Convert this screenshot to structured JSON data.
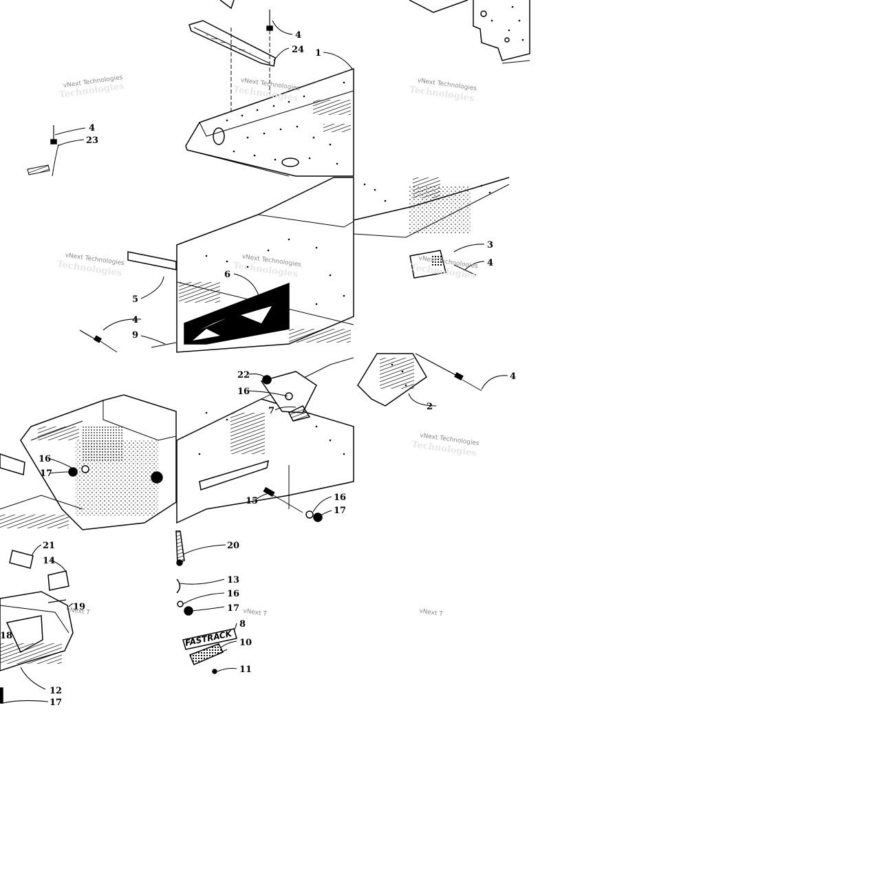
{
  "watermark": {
    "line1": "vNext Technologies",
    "line2": "Technologies",
    "truncated": "vNext T"
  },
  "decal": {
    "text": "FASTRACK"
  },
  "callouts": [
    "1",
    "2",
    "3",
    "4",
    "5",
    "6",
    "7",
    "8",
    "9",
    "10",
    "11",
    "12",
    "13",
    "14",
    "15",
    "16",
    "17",
    "18",
    "19",
    "20",
    "21",
    "22",
    "23",
    "24"
  ]
}
